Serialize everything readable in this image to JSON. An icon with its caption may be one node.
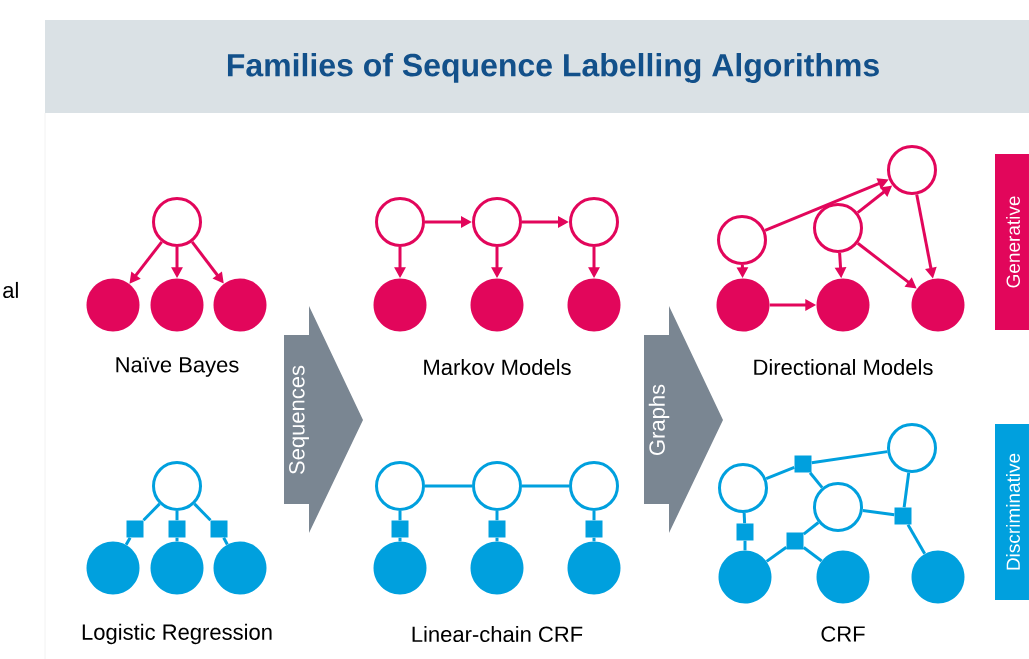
{
  "diagram": {
    "title": "Families of Sequence Labelling Algorithms",
    "nodes": [
      {
        "text": [],
        "shape": "circle"
      },
      {
        "text": [],
        "shape": "circle"
      },
      {
        "text": [],
        "shape": "circle"
      },
      {
        "text": [],
        "shape": "circle"
      },
      {
        "text": [
          "Sequences"
        ]
      },
      {
        "text": [],
        "shape": "circle"
      },
      {
        "text": [],
        "shape": "circle"
      },
      {
        "text": [],
        "shape": "circle"
      },
      {
        "text": [],
        "shape": "circle"
      },
      {
        "text": [],
        "shape": "circle"
      },
      {
        "text": [],
        "shape": "circle"
      },
      {
        "text": [
          "Graphs"
        ]
      },
      {
        "text": [],
        "shape": "circle"
      },
      {
        "text": [],
        "shape": "circle"
      },
      {
        "text": [],
        "shape": "circle"
      },
      {
        "text": [],
        "shape": "circle"
      },
      {
        "text": [],
        "shape": "circle"
      },
      {
        "text": [],
        "shape": "circle"
      },
      {
        "text": [
          "Generative"
        ]
      },
      {
        "text": [],
        "shape": "circle"
      },
      {
        "text": [],
        "shape": "box"
      },
      {
        "text": [],
        "shape": "box"
      },
      {
        "text": [],
        "shape": "box"
      },
      {
        "text": [],
        "shape": "circle"
      },
      {
        "text": [],
        "shape": "circle"
      },
      {
        "text": [],
        "shape": "circle"
      },
      {
        "text": [],
        "shape": "circle"
      },
      {
        "text": [],
        "shape": "circle"
      },
      {
        "text": [],
        "shape": "circle"
      },
      {
        "text": [],
        "shape": "box"
      },
      {
        "text": [],
        "shape": "box"
      },
      {
        "text": [],
        "shape": "box"
      },
      {
        "text": [],
        "shape": "circle"
      },
      {
        "text": [],
        "shape": "circle"
      },
      {
        "text": [],
        "shape": "circle"
      },
      {
        "text": [],
        "shape": "circle"
      },
      {
        "text": [],
        "shape": "circle"
      },
      {
        "text": [],
        "shape": "circle"
      },
      {
        "text": [],
        "shape": "box"
      },
      {
        "text": [],
        "shape": "box"
      },
      {
        "text": [],
        "shape": "box"
      },
      {
        "text": [],
        "shape": "box"
      },
      {
        "text": [],
        "shape": "circle"
      },
      {
        "text": [],
        "shape": "circle"
      },
      {
        "text": [],
        "shape": "circle"
      },
      {
        "text": [
          "Discriminative"
        ]
      }
    ],
    "edges": [
      {
        "from": 0,
        "to": 1,
        "arrow": "to",
        "color": "#e2065b"
      },
      {
        "from": 0,
        "to": 2,
        "arrow": "to",
        "color": "#e2065b"
      },
      {
        "from": 0,
        "to": 3,
        "arrow": "to",
        "color": "#e2065b"
      },
      {
        "from": 5,
        "to": 6,
        "arrow": "to",
        "color": "#e2065b"
      },
      {
        "from": 6,
        "to": 7,
        "arrow": "to",
        "color": "#e2065b"
      },
      {
        "from": 5,
        "to": 8,
        "arrow": "to",
        "color": "#e2065b"
      },
      {
        "from": 6,
        "to": 9,
        "arrow": "to",
        "color": "#e2065b"
      },
      {
        "from": 7,
        "to": 10,
        "arrow": "to",
        "color": "#e2065b"
      },
      {
        "from": 12,
        "to": 15,
        "arrow": "to",
        "color": "#e2065b"
      },
      {
        "from": 15,
        "to": 16,
        "arrow": "to",
        "color": "#e2065b"
      },
      {
        "from": 12,
        "to": 14,
        "arrow": "to",
        "color": "#e2065b"
      },
      {
        "from": 13,
        "to": 14,
        "arrow": "to",
        "color": "#e2065b"
      },
      {
        "from": 13,
        "to": 16,
        "arrow": "to",
        "color": "#e2065b"
      },
      {
        "from": 13,
        "to": 17,
        "arrow": "to",
        "color": "#e2065b"
      },
      {
        "from": 14,
        "to": 17,
        "arrow": "to",
        "color": "#e2065b"
      },
      {
        "from": 19,
        "to": 20,
        "arrow": "none"
      },
      {
        "from": 20,
        "to": 23,
        "arrow": "none"
      },
      {
        "from": 19,
        "to": 21,
        "arrow": "none"
      },
      {
        "from": 21,
        "to": 24,
        "arrow": "none"
      },
      {
        "from": 19,
        "to": 22,
        "arrow": "none"
      },
      {
        "from": 22,
        "to": 25,
        "arrow": "none"
      },
      {
        "from": 26,
        "to": 27,
        "arrow": "none"
      },
      {
        "from": 27,
        "to": 28,
        "arrow": "none"
      },
      {
        "from": 26,
        "to": 29,
        "arrow": "none"
      },
      {
        "from": 29,
        "to": 32,
        "arrow": "none"
      },
      {
        "from": 27,
        "to": 30,
        "arrow": "none"
      },
      {
        "from": 30,
        "to": 33,
        "arrow": "none"
      },
      {
        "from": 28,
        "to": 31,
        "arrow": "none"
      },
      {
        "from": 31,
        "to": 34,
        "arrow": "none"
      },
      {
        "from": 35,
        "to": 38,
        "arrow": "none"
      },
      {
        "from": 38,
        "to": 37,
        "arrow": "none"
      },
      {
        "from": 38,
        "to": 36,
        "arrow": "none"
      },
      {
        "from": 35,
        "to": 39,
        "arrow": "none"
      },
      {
        "from": 39,
        "to": 42,
        "arrow": "none"
      },
      {
        "from": 36,
        "to": 40,
        "arrow": "none"
      },
      {
        "from": 40,
        "to": 42,
        "arrow": "none"
      },
      {
        "from": 40,
        "to": 43,
        "arrow": "none"
      },
      {
        "from": 36,
        "to": 41,
        "arrow": "none"
      },
      {
        "from": 41,
        "to": 37,
        "arrow": "none"
      },
      {
        "from": 41,
        "to": 44,
        "arrow": "none"
      }
    ],
    "labels": [
      "al",
      "Naïve Bayes",
      "Markov Models",
      "Directional Models",
      "Logistic Regression",
      "Linear-chain CRF",
      "CRF"
    ]
  }
}
